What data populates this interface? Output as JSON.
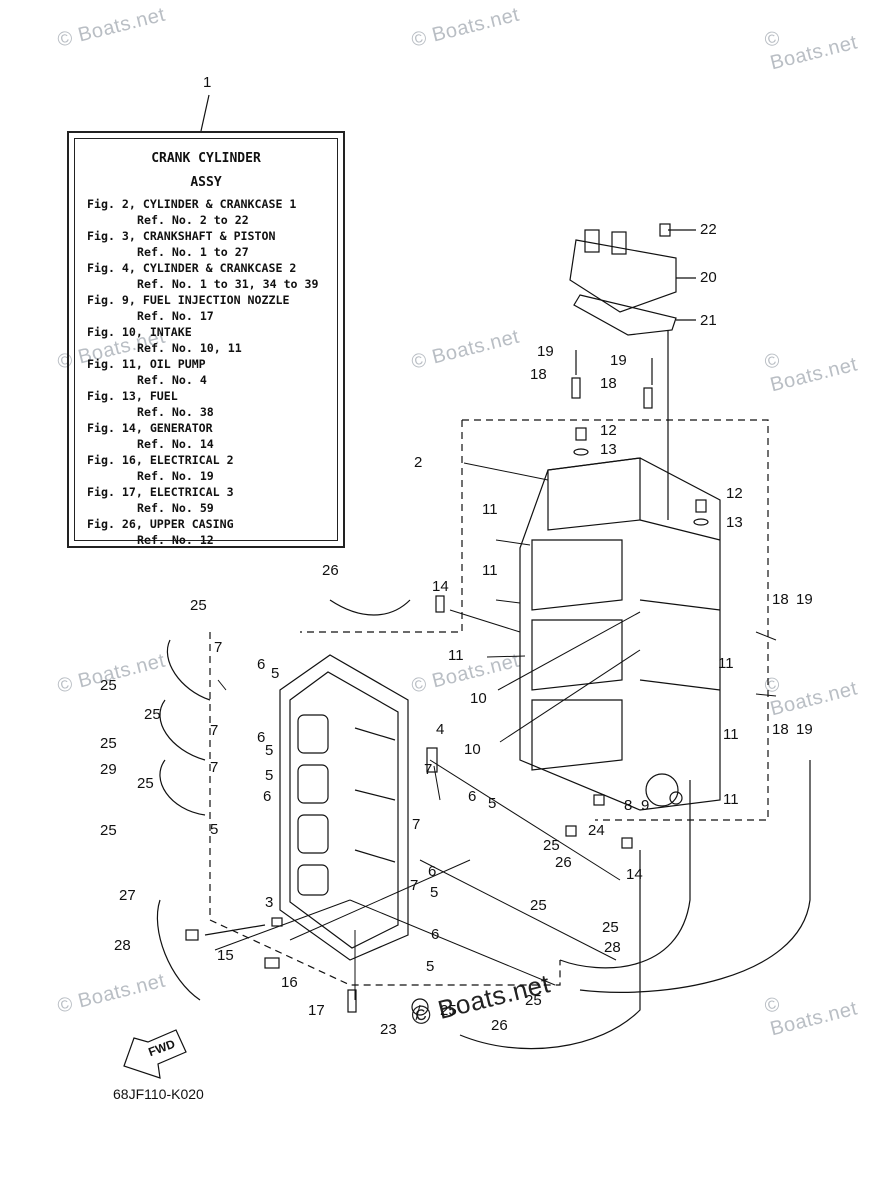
{
  "watermark": "© Boats.net",
  "legend": {
    "callout": "1",
    "title_line1": "CRANK CYLINDER",
    "title_line2": "ASSY",
    "entries": [
      {
        "fig": "Fig. 2, CYLINDER & CRANKCASE 1",
        "ref": "Ref. No. 2 to 22"
      },
      {
        "fig": "Fig. 3, CRANKSHAFT & PISTON",
        "ref": "Ref. No. 1 to 27"
      },
      {
        "fig": "Fig. 4, CYLINDER & CRANKCASE 2",
        "ref": "Ref. No. 1 to 31, 34 to 39"
      },
      {
        "fig": "Fig. 9, FUEL INJECTION NOZZLE",
        "ref": "Ref. No. 17"
      },
      {
        "fig": "Fig. 10, INTAKE",
        "ref": "Ref. No. 10, 11"
      },
      {
        "fig": "Fig. 11, OIL PUMP",
        "ref": "Ref. No. 4"
      },
      {
        "fig": "Fig. 13, FUEL",
        "ref": "Ref. No. 38"
      },
      {
        "fig": "Fig. 14, GENERATOR",
        "ref": "Ref. No. 14"
      },
      {
        "fig": "Fig. 16, ELECTRICAL 2",
        "ref": "Ref. No. 19"
      },
      {
        "fig": "Fig. 17, ELECTRICAL 3",
        "ref": "Ref. No. 59"
      },
      {
        "fig": "Fig. 26, UPPER CASING",
        "ref": "Ref. No. 12"
      }
    ]
  },
  "fwd_label": "FWD",
  "diagram_code": "68JF110-K020",
  "callouts": {
    "c22": "22",
    "c20": "20",
    "c21": "21",
    "c19a": "19",
    "c18a": "18",
    "c19b": "19",
    "c18b": "18",
    "c12a": "12",
    "c13a": "13",
    "c2": "2",
    "c12b": "12",
    "c13b": "13",
    "c11a": "11",
    "c11b": "11",
    "c14a": "14",
    "c26a": "26",
    "c25a": "25",
    "c11c": "11",
    "c10a": "10",
    "c10b": "10",
    "c18c": "18",
    "c19c": "19",
    "c11d": "11",
    "c18d": "18",
    "c19d": "19",
    "c11e": "11",
    "c11f": "11",
    "c7a": "7",
    "c6a": "6",
    "c5a": "5",
    "c25b": "25",
    "c25c": "25",
    "c6b": "6",
    "c4": "4",
    "c7b": "7",
    "c25d": "25",
    "c5b": "5",
    "c29": "29",
    "c25e": "25",
    "c7c": "7",
    "c5c": "5",
    "c6c": "6",
    "c7d": "7",
    "c6d": "6",
    "c5d": "5",
    "c8": "8",
    "c9": "9",
    "c25f": "25",
    "c5e": "5",
    "c24": "24",
    "c7e": "7",
    "c25g": "25",
    "c26b": "26",
    "c14b": "14",
    "c6e": "6",
    "c27": "27",
    "c7f": "7",
    "c5f": "5",
    "c25h": "25",
    "c25i": "25",
    "c3": "3",
    "c28a": "28",
    "c6f": "6",
    "c28b": "28",
    "c15": "15",
    "c16": "16",
    "c5g": "5",
    "c25j": "25",
    "c17": "17",
    "c23": "23",
    "c25k": "25",
    "c26c": "26"
  }
}
